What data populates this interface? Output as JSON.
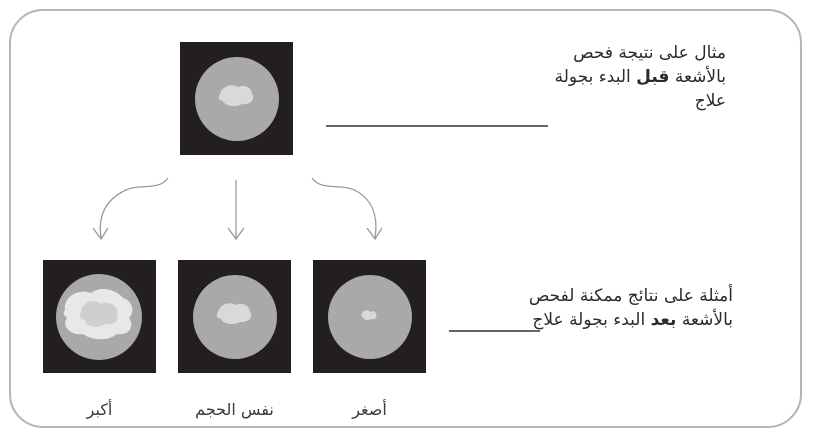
{
  "before": {
    "line1": "مثال على نتيجة فحص",
    "line2_prefix": "بالأشعة ",
    "line2_bold": "قبل",
    "line2_suffix": " البدء بجولة",
    "line3": "علاج"
  },
  "after": {
    "line1": "أمثلة على نتائج ممكنة لفحص",
    "line2_prefix": "بالأشعة ",
    "line2_bold": "بعد",
    "line2_suffix": " البدء بجولة علاج"
  },
  "outcomes": [
    {
      "caption": "أكبر"
    },
    {
      "caption": "نفس الحجم"
    },
    {
      "caption": "أصغر"
    }
  ],
  "colors": {
    "scan_background": "#231f20",
    "organ": "#a9a9a9",
    "tumor": "#d9d9d9",
    "tumor_large_outer": "#e8e8e8",
    "frame": "#b5b5b5",
    "line": "#333333",
    "arrow": "#9a9a9a"
  }
}
